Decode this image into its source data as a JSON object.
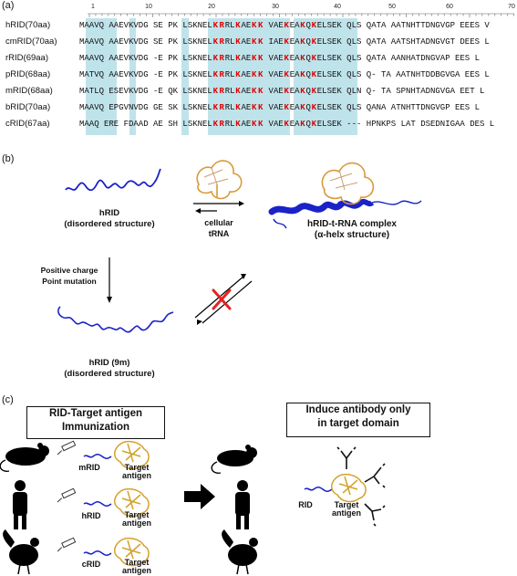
{
  "panels": {
    "a": "(a)",
    "b": "(b)",
    "c": "(c)"
  },
  "alignment": {
    "ruler": [
      "1",
      "10",
      "20",
      "30",
      "40",
      "50",
      "60",
      "70"
    ],
    "rows": [
      {
        "name": "hRID(70aa)",
        "seq": "MAAVQ AAEVKVDG SE PK LSKNELKRRLKAEKK VAEKEAKQKELSEK QLS QATA AATNHTTDNGVGP EEES V"
      },
      {
        "name": "cmRID(70aa)",
        "seq": "MAAVQ AAEVKVDG SE PK LSKNELKRRLKAEKK IAEKEAKQKELSEK QLS QATA AATSHTADNGVGT DEES L"
      },
      {
        "name": "rRID(69aa)",
        "seq": "MAAVQ AAEVKVDG -E PK LSKNELKRRLKAEKK VAEKEAKQKELSEK QLS QATA AANHATDNGVAP EES L"
      },
      {
        "name": "pRID(68aa)",
        "seq": "MATVQ AAEVKVDG -E PK LSKNELKRRLKAEKK VAEKEAKQKELSEK QLS Q- TA AATNHTDDBGVGA EES L"
      },
      {
        "name": "mRID(68aa)",
        "seq": "MATLQ ESEVKVDG -E QK LSKNELKRRLKAEKK VAEKEAKQKELSEK QLN Q- TA SPNHTADNGVGA EET L"
      },
      {
        "name": "bRID(70aa)",
        "seq": "MAAVQ EPGVNVDG GE SK LSKNELKRRLKAEKK VAEKEAKQKELSEK QLS QANA ATNHTTDNGVGP EES L"
      },
      {
        "name": "cRID(67aa)",
        "seq": "MAAQ ERE FDAAD AE SH LSKNELKRRLKAEKK VAEKEAKQKELSEK --- HPNKPS LAT DSEDNIGAA DES L"
      }
    ]
  },
  "panel_b": {
    "hrid_title": "hRID",
    "hrid_sub": "(disordered structure)",
    "trna_1": "cellular",
    "trna_2": "tRNA",
    "complex_title": "hRID-t-RNA complex",
    "complex_sub": "(α-helx structure)",
    "mutation_1": "Positive charge",
    "mutation_2": "Point mutation",
    "mutant_title": "hRID (9m)",
    "mutant_sub": "(disordered structure)"
  },
  "panel_c": {
    "box1_line1": "RID-Target antigen",
    "box1_line2": "Immunization",
    "box2_line1": "Induce antibody only",
    "box2_line2": "in target domain",
    "mrid": "mRID",
    "hrid": "hRID",
    "crid": "cRID",
    "target1": "Target",
    "target2": "antigen",
    "rid": "RID"
  },
  "colors": {
    "highlight": "#bfe3ea",
    "red_residue": "#e00000",
    "helix": "#1a22c8",
    "rna": "#d79a3c"
  }
}
